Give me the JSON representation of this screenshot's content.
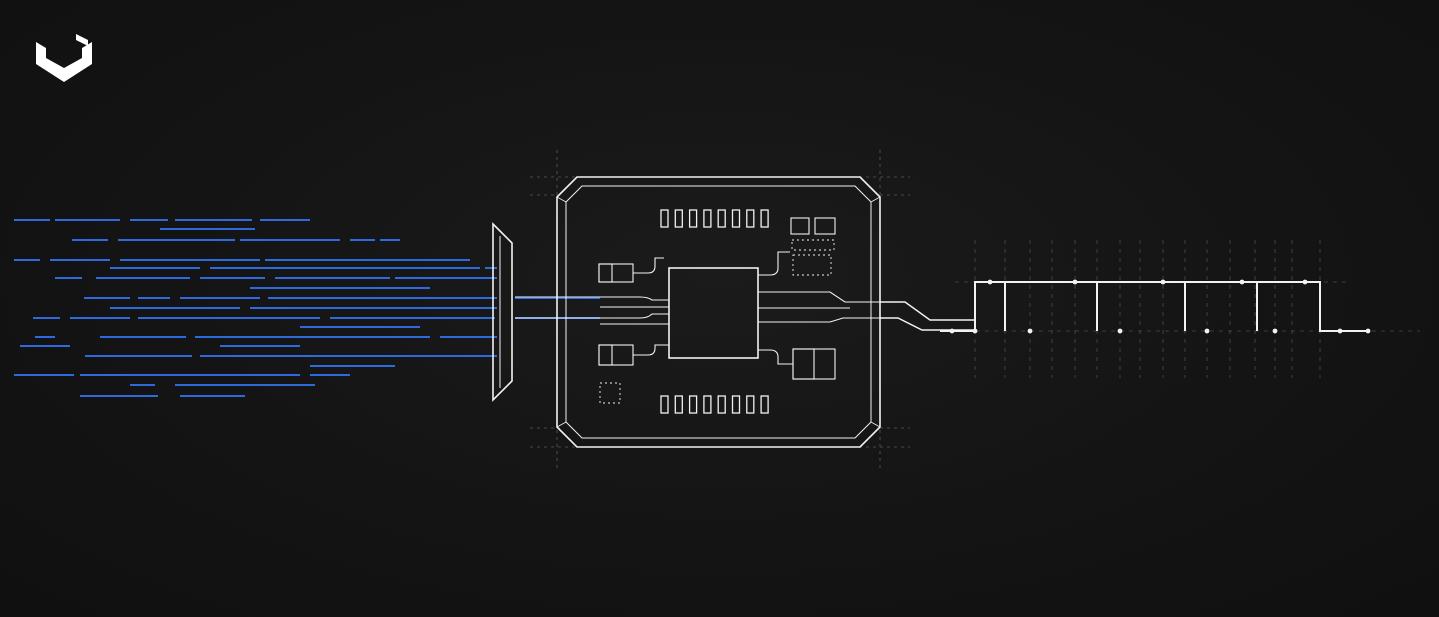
{
  "brand": {
    "logo_icon": "chevron-cube-logo-icon",
    "logo_color": "#ffffff"
  },
  "colors": {
    "background": "#141414",
    "light_beam": "#2f6fe8",
    "circuit_line": "#f2f2f2",
    "guide_line": "#5a5a5a"
  },
  "diagram": {
    "stages": [
      {
        "id": "light-input",
        "icon": "light-beam-icon"
      },
      {
        "id": "lens",
        "icon": "lens-icon"
      },
      {
        "id": "sensor-chip",
        "icon": "chip-icon",
        "top_pads": 8,
        "bottom_pads": 8
      },
      {
        "id": "digital-output",
        "icon": "square-wave-icon",
        "pulses": 5
      }
    ]
  }
}
